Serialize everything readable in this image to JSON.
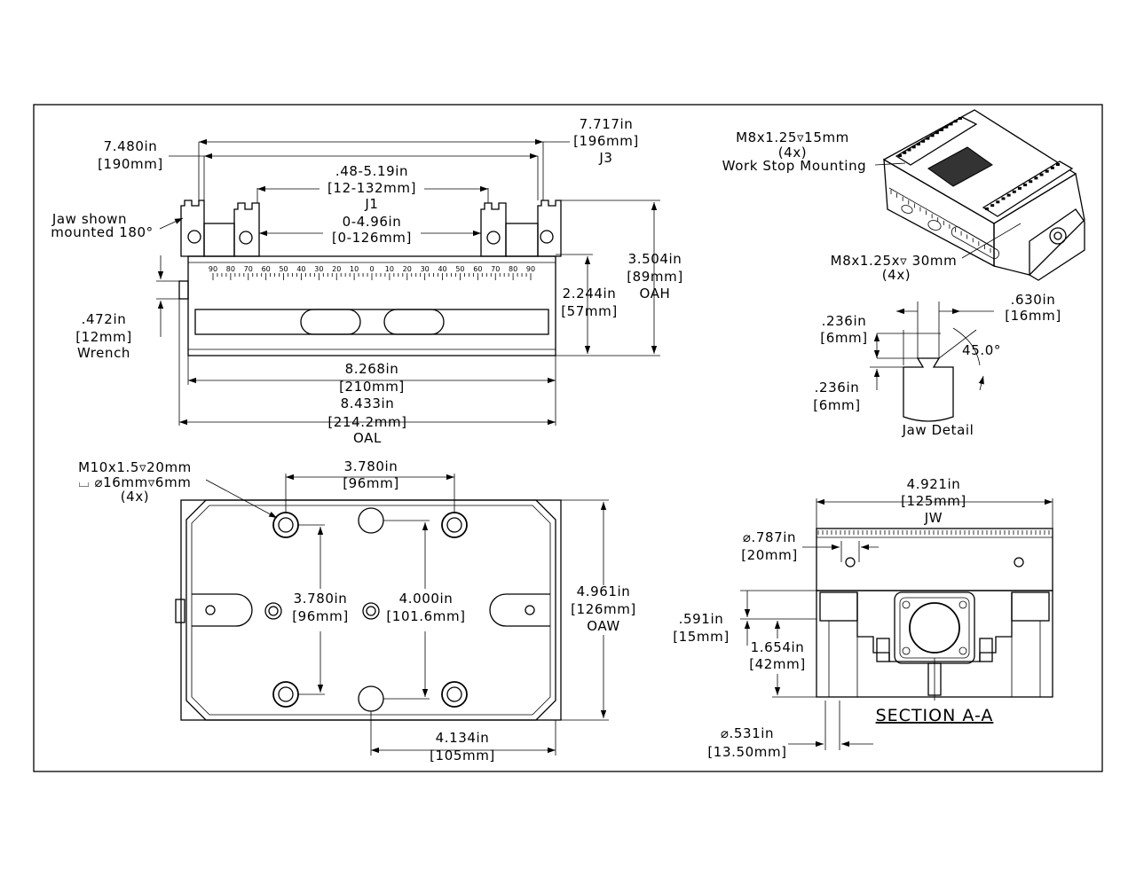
{
  "labels": {
    "d7480_in": "7.480in",
    "d7480_mm": "[190mm]",
    "d7717_in": "7.717in",
    "d7717_mm": "[196mm]",
    "d7717_tag": "J3",
    "d48_in": ".48-5.19in",
    "d48_mm": "[12-132mm]",
    "d48_tag": "J1",
    "d0_in": "0-4.96in",
    "d0_mm": "[0-126mm]",
    "jaw_note_1": "Jaw shown",
    "jaw_note_2": "mounted 180°",
    "d3504_in": "3.504in",
    "d3504_mm": "[89mm]",
    "d3504_tag": "OAH",
    "d2244_in": "2.244in",
    "d2244_mm": "[57mm]",
    "d472_in": ".472in",
    "d472_mm": "[12mm]",
    "d472_tag": "Wrench",
    "d8268_in": "8.268in",
    "d8268_mm": "[210mm]",
    "d8433_in": "8.433in",
    "d8433_mm": "[214.2mm]",
    "d8433_tag": "OAL",
    "ws_1": "M8x1.25▿15mm",
    "ws_2": "(4x)",
    "ws_3": "Work Stop Mounting",
    "m8_1": "M8x1.25x▿ 30mm",
    "m8_2": "(4x)",
    "d630_in": ".630in",
    "d630_mm": "[16mm]",
    "d236a_in": ".236in",
    "d236a_mm": "[6mm]",
    "d236b_in": ".236in",
    "d236b_mm": "[6mm]",
    "angle": "45.0°",
    "jaw_detail": "Jaw Detail",
    "m10_1": "M10x1.5▿20mm",
    "m10_2": "⌴ ⌀16mm▿6mm",
    "m10_3": "(4x)",
    "d3780a_in": "3.780in",
    "d3780a_mm": "[96mm]",
    "d3780b_in": "3.780in",
    "d3780b_mm": "[96mm]",
    "d4000_in": "4.000in",
    "d4000_mm": "[101.6mm]",
    "d4961_in": "4.961in",
    "d4961_mm": "[126mm]",
    "d4961_tag": "OAW",
    "d4134_in": "4.134in",
    "d4134_mm": "[105mm]",
    "d4921_in": "4.921in",
    "d4921_mm": "[125mm]",
    "d4921_tag": "JW",
    "d787_in": "⌀.787in",
    "d787_mm": "[20mm]",
    "d591_in": ".591in",
    "d591_mm": "[15mm]",
    "d1654_in": "1.654in",
    "d1654_mm": "[42mm]",
    "section": "SECTION A-A",
    "d531_in": "⌀.531in",
    "d531_mm": "[13.50mm]"
  },
  "scale_ticks": [
    "90",
    "80",
    "70",
    "60",
    "50",
    "40",
    "30",
    "20",
    "10",
    "0",
    "10",
    "20",
    "30",
    "40",
    "50",
    "60",
    "70",
    "80",
    "90"
  ]
}
